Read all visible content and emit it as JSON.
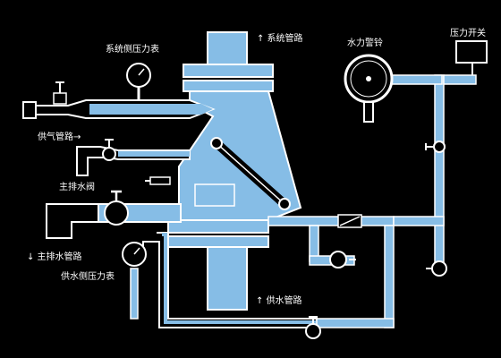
{
  "labels": {
    "system_side_gauge": "系统侧压力表",
    "system_pipe": "↑ 系统管路",
    "water_motor_bell": "水力警铃",
    "pressure_switch": "压力开关",
    "air_supply_pipe": "供气管路→",
    "main_drain_valve": "主排水阀",
    "main_drain_pipe": "↓ 主排水管路",
    "supply_side_gauge": "供水侧压力表",
    "water_supply_pipe": "↑ 供水管路"
  },
  "colors": {
    "background": "#000000",
    "water": "#86bde6",
    "outline": "#ffffff",
    "component_fill": "#000000"
  },
  "icons": {
    "gauge": "pressure-gauge-icon",
    "valve": "valve-icon",
    "bell": "water-motor-bell-icon",
    "switch": "pressure-switch-icon"
  }
}
